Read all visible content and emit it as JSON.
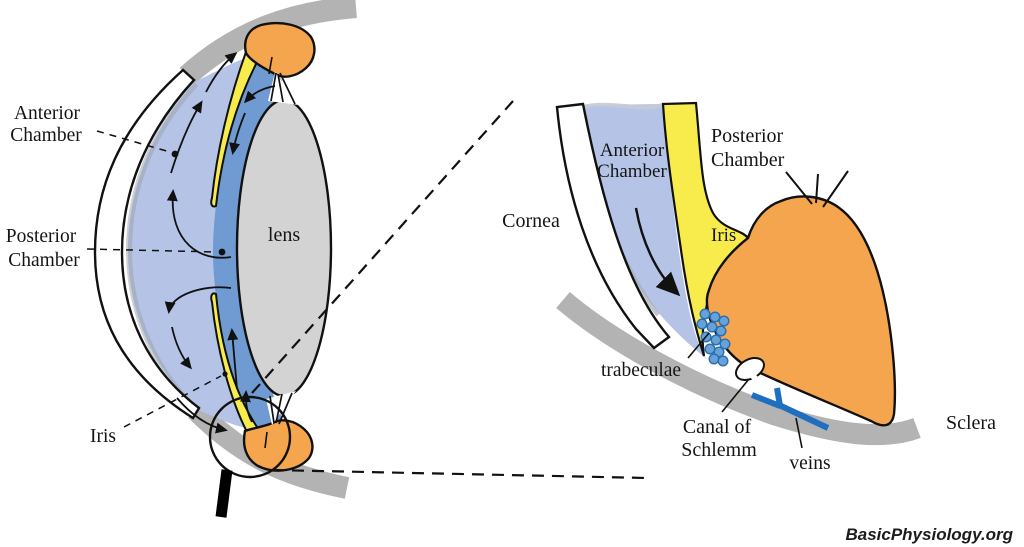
{
  "figure": {
    "title_hint": "Aqueous humor flow in the anterior eye with magnified iridocorneal angle",
    "left_panel": {
      "labels": {
        "anterior_chamber": [
          "Anterior",
          "Chamber"
        ],
        "posterior_chamber": [
          "Posterior",
          "Chamber"
        ],
        "iris": "Iris",
        "lens": "lens"
      }
    },
    "right_panel": {
      "labels": {
        "cornea": "Cornea",
        "anterior_chamber": [
          "Anterior",
          "Chamber"
        ],
        "posterior_chamber": [
          "Posterior",
          "Chamber"
        ],
        "iris": "Iris",
        "trabeculae": "trabeculae",
        "canal_of_schlemm": [
          "Canal of",
          "Schlemm"
        ],
        "veins": "veins",
        "sclera": "Sclera"
      }
    },
    "credit": "BasicPhysiology.org",
    "colors": {
      "aqueous_light_blue": "#b5c4e6",
      "posterior_blue": "#6f9ad2",
      "iris_yellow": "#f8ec4d",
      "ciliary_orange": "#f4a54e",
      "sclera_gray": "#b3b3b3",
      "lens_gray": "#d3d3d3",
      "trabecula_blue": "#66a1d8",
      "trabecula_outline": "#2a6fad",
      "vein_blue": "#1e6fc0",
      "outline": "#111111"
    }
  }
}
